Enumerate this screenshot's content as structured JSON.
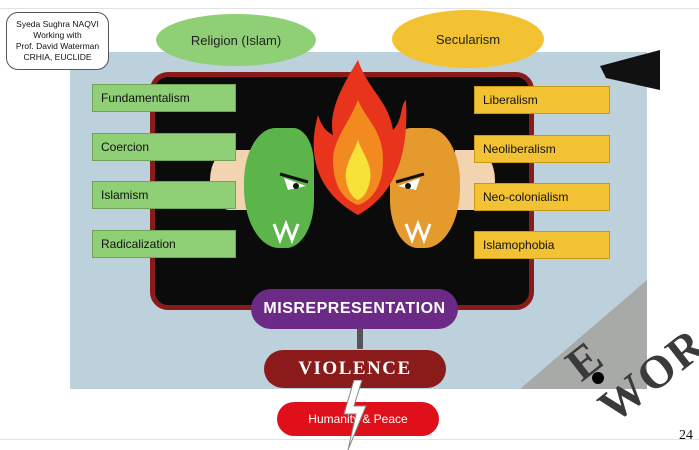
{
  "author": {
    "lines": [
      "Syeda Sughra NAQVI",
      "Working with",
      "Prof. David Waterman",
      "CRHIA, EUCLIDE"
    ]
  },
  "religion_label": "Religion (Islam)",
  "secularism_label": "Secularism",
  "left_items": [
    "Fundamentalism",
    "Coercion",
    "Islamism",
    "Radicalization"
  ],
  "right_items": [
    "Liberalism",
    "Neoliberalism",
    "Neo-colonialism",
    "Islamophobia"
  ],
  "misrepresentation": "MISREPRESENTATION",
  "violence": "VIOLENCE",
  "bottom_pill": "Humanity & Peace",
  "page_number": "24",
  "newspaper_text": "E WOR",
  "colors": {
    "religion": "#8fcf76",
    "secularism": "#f2c233",
    "frame": "#8b1a1a",
    "misrepresentation": "#6a2a85",
    "violence": "#8b1a1a",
    "peace": "#e0101a",
    "background": "#bcd1dc"
  }
}
